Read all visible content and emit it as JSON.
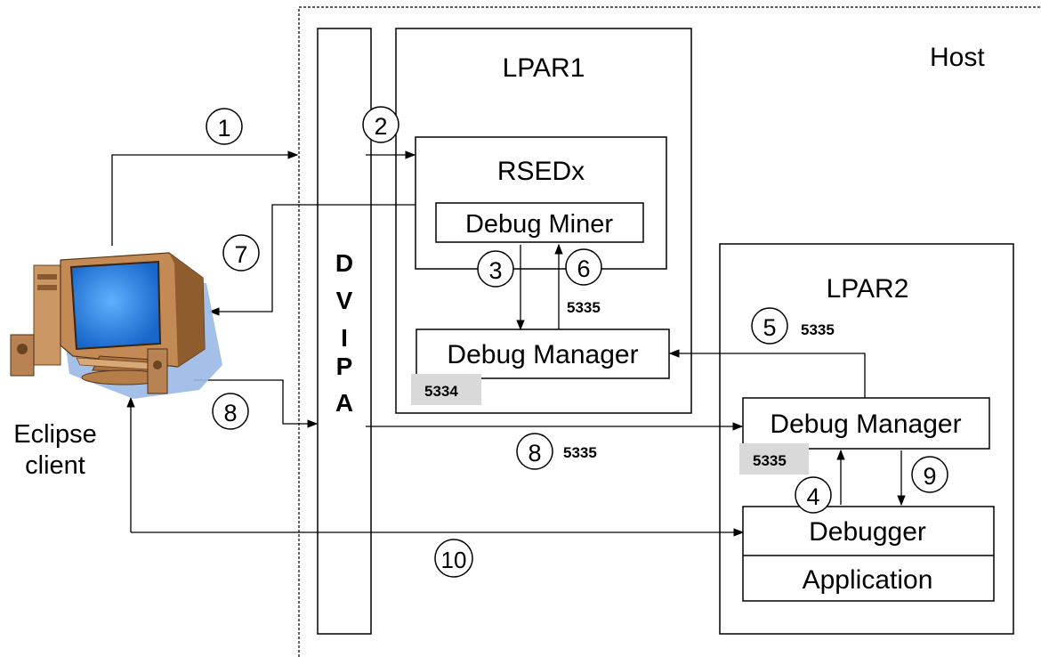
{
  "host": {
    "label": "Host"
  },
  "client": {
    "label_line1": "Eclipse",
    "label_line2": "client"
  },
  "dvipa": {
    "letters": [
      "D",
      "V",
      "I",
      "P",
      "A"
    ]
  },
  "lpar1": {
    "label": "LPAR1",
    "rsed": "RSEDx",
    "miner": "Debug Miner",
    "manager": "Debug Manager",
    "port_badge": "5334",
    "port_up": "5335"
  },
  "lpar2": {
    "label": "LPAR2",
    "manager": "Debug Manager",
    "port_badge": "5335",
    "debugger": "Debugger",
    "application": "Application"
  },
  "steps": {
    "s1": "1",
    "s2": "2",
    "s3": "3",
    "s4": "4",
    "s5": "5",
    "s6": "6",
    "s7": "7",
    "s8a": "8",
    "s8b": "8",
    "s9": "9",
    "s10": "10"
  },
  "ports": {
    "p5": "5335",
    "p8": "5335"
  },
  "colors": {
    "badge": "#d9d9d9",
    "screen": "#2f8fe8",
    "monitor": "#c9925e",
    "shadow": "#9ab8e6"
  }
}
